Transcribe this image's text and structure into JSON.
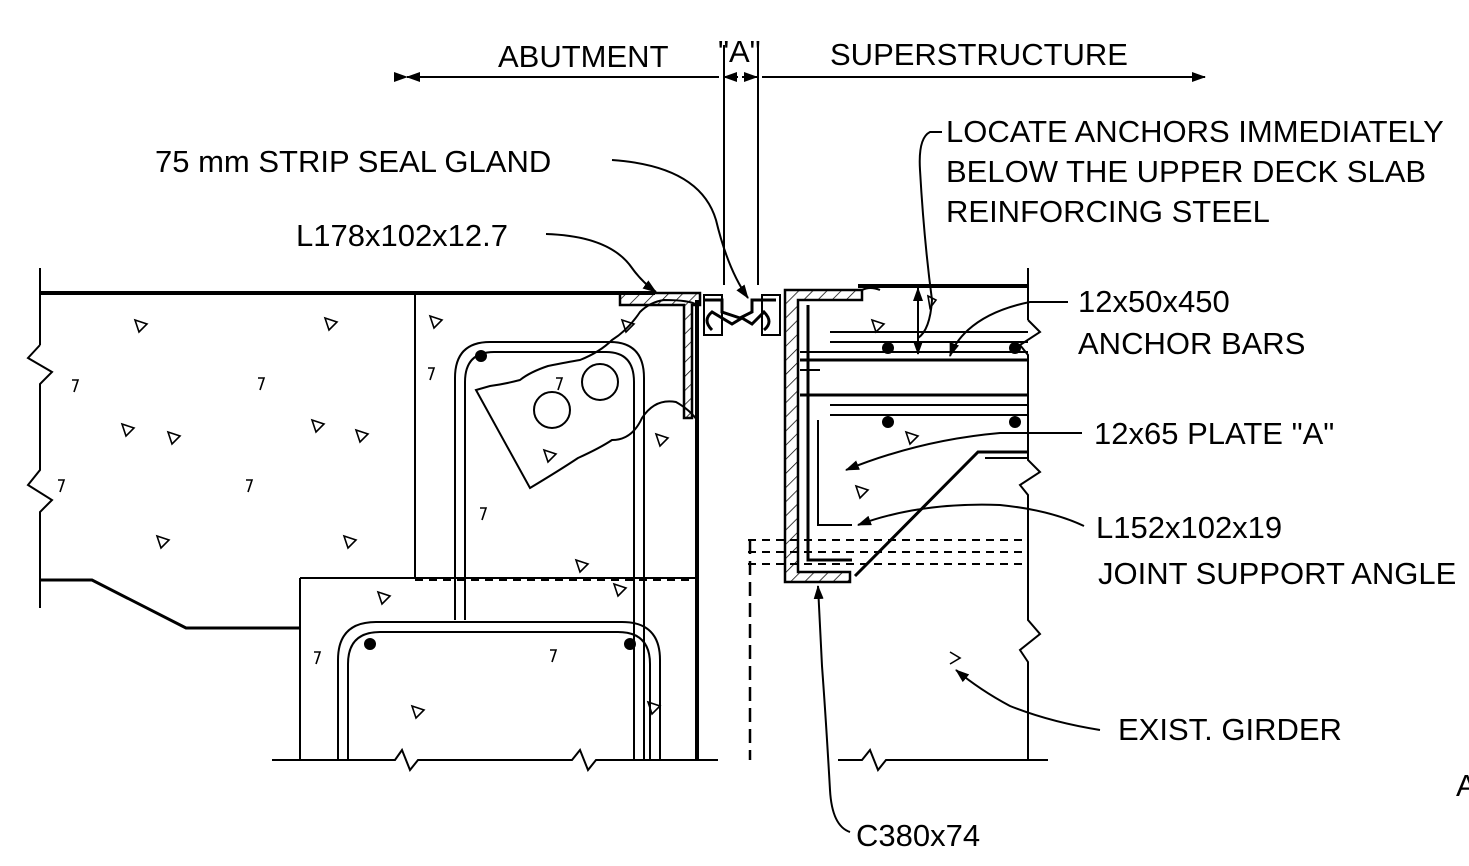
{
  "labels": {
    "abutment": "ABUTMENT",
    "gap_a": "\"A\"",
    "superstructure": "SUPERSTRUCTURE",
    "strip_seal": "75 mm STRIP SEAL GLAND",
    "angle_top": "L178x102x12.7",
    "locate_line1": "LOCATE ANCHORS IMMEDIATELY",
    "locate_line2": "BELOW THE UPPER DECK SLAB",
    "locate_line3": "REINFORCING STEEL",
    "anchor_line1": "12x50x450",
    "anchor_line2": "ANCHOR BARS",
    "plate": "12x65 PLATE \"A\"",
    "support_line1": "L152x102x19",
    "support_line2": "JOINT SUPPORT ANGLE",
    "girder": "EXIST. GIRDER",
    "channel": "C380x74",
    "edge_fragment": "A"
  }
}
